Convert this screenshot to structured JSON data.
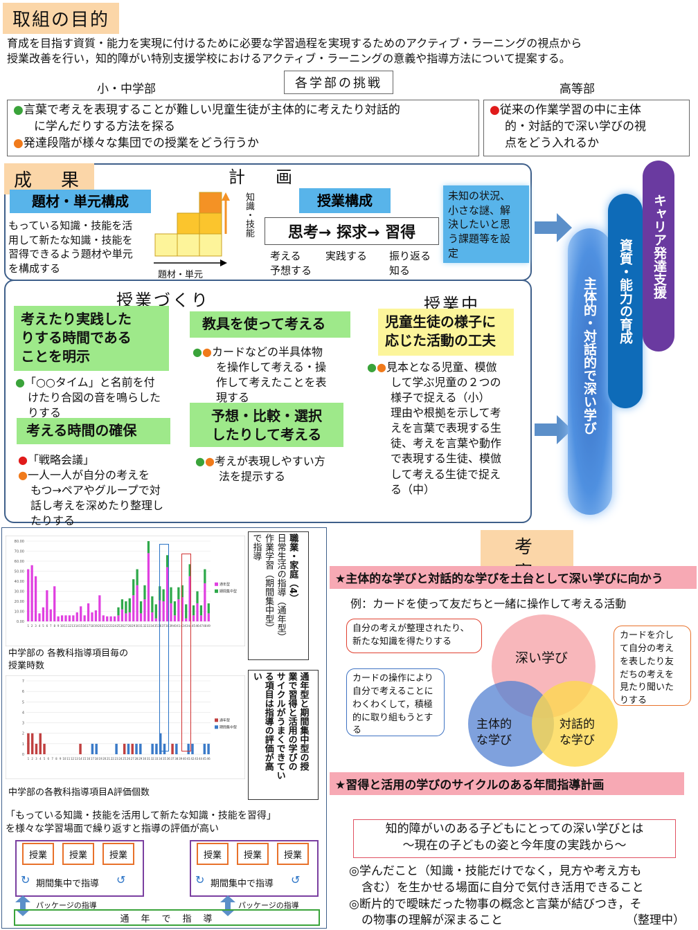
{
  "header": {
    "title": "取組の目的",
    "purpose_line1": "育成を目指す資質・能力を実現に付けるために必要な学習過程を実現するためのアクティブ・ラーニングの視点から",
    "purpose_line2": "授業改善を行い，知的障がい特別支援学校におけるアクティブ・ラーニングの意義や指導方法について提案する。"
  },
  "challenges": {
    "title": "各学部の挑戦",
    "elem_title": "小・中学部",
    "elem_item1a": "言葉で考えを表現することが難しい児童生徒が主体的に考えたり対話的",
    "elem_item1b": "に学んだりする方法を探る",
    "elem_item2": "発達段階が様々な集団での授業をどう行うか",
    "high_title": "高等部",
    "high_item1": "従来の作業学習の中に主体",
    "high_item2": "的・対話的で深い学びの視",
    "high_item3": "点をどう入れるか"
  },
  "results": {
    "title": "成　果",
    "plan_title": "計　画",
    "topic_label": "題材・単元構成",
    "topic_text1": "もっている知識・技能を活",
    "topic_text2": "用して新たな知識・技能を",
    "topic_text3": "習得できるよう題材や単元",
    "topic_text4": "を構成する",
    "y_axis": "知識・技能",
    "x_axis": "題材・単元",
    "lesson_label": "授業構成",
    "flow": "思考→ 探求→ 習得",
    "flow_a1": "考える",
    "flow_a2": "予想する",
    "flow_b": "実践する",
    "flow_c1": "振り返る",
    "flow_c2": "知る",
    "unknown1": "未知の状況、",
    "unknown2": "小さな謎、解",
    "unknown3": "決したいと思",
    "unknown4": "う課題等を設",
    "unknown5": "定"
  },
  "making": {
    "title": "授業づくり",
    "during_title": "授業中",
    "g1_1": "考えたり実践した",
    "g1_2": "りする時間である",
    "g1_3": "ことを明示",
    "g1_note1": "「○○タイム」と名前を付",
    "g1_note2": "けたり合図の音を鳴らした",
    "g1_note3": "りする",
    "g2": "考える時間の確保",
    "g2_note1": "「戦略会議」",
    "g2_note2": "一人一人が自分の考えを",
    "g2_note3": "もつ→ペアやグループで対",
    "g2_note4": "話し考えを深めたり整理し",
    "g2_note5": "たりする",
    "g3": "教具を使って考える",
    "g3_note1": "カードなどの半具体物",
    "g3_note2": "を操作して考える・操",
    "g3_note3": "作して考えたことを表",
    "g3_note4": "現する",
    "g4_1": "予想・比較・選択",
    "g4_2": "したりして考える",
    "g4_note1": "考えが表現しやすい方",
    "g4_note2": "法を提示する",
    "y1": "児童生徒の様子に",
    "y2": "応じた活動の工夫",
    "y_note1": "見本となる児童、模倣",
    "y_note2": "して学ぶ児童の２つの",
    "y_note3": "様子で捉える（小）",
    "y_note4": "理由や根拠を示して考",
    "y_note5": "えを言葉で表現する生",
    "y_note6": "徒、考えを言葉や動作",
    "y_note7": "で表現する生徒、模倣",
    "y_note8": "して考える生徒で捉え",
    "y_note9": "る（中）"
  },
  "pills": {
    "p1": "主体的・対話的で深い学び",
    "p2": "資質・能力の育成",
    "p3": "キャリア発達支援"
  },
  "charts": {
    "c1_caption1": "中学部の 各教科指導項目毎の",
    "c1_caption2": "授業時数",
    "c2_caption": "中学部の各教科指導項目A評価個数",
    "callout1_1": "職業・家庭（4）",
    "callout1_2": "日常生活の指導（通年型）",
    "callout1_3": "作業学習（期間集中型）",
    "callout1_4": "で指導",
    "callout2_1": "通年型と期間集中型の授",
    "callout2_2": "業で習得と活用の学びの",
    "callout2_3": "サイクルがうまくできてい",
    "callout2_4": "る項目は指導の評価が高",
    "callout2_5": "い",
    "legend_a": "通年型",
    "legend_b": "期間集中型",
    "summary1": "「もっている知識・技能を活用して新たな知識・技能を習得」",
    "summary2": "を様々な学習場面で繰り返すと指導の評価が高い",
    "lesson": "授業",
    "period": "期間集中で指導",
    "package": "パッケージの指導",
    "yearlong": "通　年　で　指　導"
  },
  "chart_data": [
    {
      "type": "bar",
      "title": "",
      "ylim": [
        0,
        80
      ],
      "categories": [
        "1",
        "2",
        "3",
        "4",
        "5",
        "6",
        "7",
        "8",
        "9",
        "10",
        "11",
        "12",
        "13",
        "14",
        "15",
        "16",
        "17",
        "18",
        "19",
        "20",
        "21",
        "22",
        "23",
        "24",
        "25",
        "26",
        "27",
        "28",
        "29",
        "30",
        "31",
        "32",
        "33",
        "34",
        "35",
        "36",
        "37",
        "38",
        "39",
        "40",
        "41",
        "42",
        "43",
        "44",
        "45",
        "46",
        "47",
        "48",
        "49"
      ],
      "series": [
        {
          "name": "通年型",
          "values": [
            52,
            56,
            45,
            8,
            14,
            31,
            12,
            35,
            5,
            6,
            6,
            6,
            6,
            9,
            15,
            6,
            18,
            9,
            11,
            26,
            6,
            5,
            5,
            5,
            6,
            12,
            8,
            9,
            26,
            36,
            8,
            22,
            68,
            9,
            3,
            21,
            20,
            54,
            18,
            6,
            22,
            24,
            3,
            45,
            6,
            18,
            6,
            38,
            8
          ]
        },
        {
          "name": "期間集中型",
          "values": [
            0,
            0,
            0,
            0,
            0,
            0,
            0,
            0,
            0,
            0,
            0,
            0,
            0,
            0,
            0,
            0,
            0,
            0,
            0,
            0,
            0,
            0,
            0,
            0,
            8,
            10,
            12,
            14,
            16,
            16,
            12,
            14,
            12,
            16,
            14,
            14,
            12,
            12,
            16,
            14,
            12,
            12,
            14,
            12,
            10,
            12,
            10,
            14,
            10
          ]
        }
      ]
    },
    {
      "type": "bar",
      "title": "",
      "ylim": [
        0,
        7
      ],
      "categories": [
        "1",
        "2",
        "3",
        "4",
        "5",
        "6",
        "7",
        "8",
        "9",
        "10",
        "11",
        "12",
        "13",
        "14",
        "15",
        "16",
        "17",
        "18",
        "19",
        "20",
        "21",
        "22",
        "23",
        "24",
        "25",
        "26",
        "27",
        "28",
        "29",
        "30",
        "31",
        "32",
        "33",
        "34",
        "35",
        "36",
        "37",
        "38",
        "39",
        "40",
        "41",
        "42",
        "43",
        "44",
        "45",
        "46"
      ],
      "series": [
        {
          "name": "通年型",
          "values": [
            2,
            2,
            1,
            2,
            1,
            0,
            0,
            0,
            0,
            0,
            0,
            0,
            0,
            1,
            0,
            0,
            0,
            0,
            0,
            0,
            0,
            0,
            0,
            0,
            1,
            0,
            1,
            0,
            0,
            0,
            0,
            0,
            0,
            1,
            0,
            0,
            1,
            0,
            0,
            0,
            0,
            0,
            0,
            0,
            0,
            0
          ]
        },
        {
          "name": "期間集中型",
          "values": [
            0,
            0,
            0,
            0,
            0,
            0,
            0,
            0,
            0,
            0,
            0,
            0,
            0,
            0,
            0,
            0,
            1,
            1,
            0,
            0,
            0,
            0,
            1,
            0,
            0,
            1,
            0,
            1,
            1,
            0,
            0,
            1,
            1,
            2,
            1,
            0,
            0,
            1,
            0,
            0,
            1,
            1,
            0,
            0,
            1,
            1
          ]
        }
      ]
    }
  ],
  "discussion": {
    "title": "考　察",
    "band1": "★主体的な学びと対話的な学びを土台として深い学びに向かう",
    "example": "例：カードを使って友だちと一緒に操作して考える活動",
    "deep": "深い学び",
    "self1": "主体的",
    "self2": "な学び",
    "dialog1": "対話的",
    "dialog2": "な学び",
    "co1_1": "自分の考えが整理されたり、",
    "co1_2": "新たな知識を得たりする",
    "co2_1": "カードの操作により",
    "co2_2": "自分で考えることに",
    "co2_3": "わくわくして，積極",
    "co2_4": "的に取り組もうとす",
    "co2_5": "る",
    "co3_1": "カードを介し",
    "co3_2": "て自分の考え",
    "co3_3": "を表したり友",
    "co3_4": "だちの考えを",
    "co3_5": "見たり聞いた",
    "co3_6": "りする",
    "band2": "★習得と活用の学びのサイクルのある年間指導計画",
    "deep_title1": "知的障がいのある子どもにとっての深い学びとは",
    "deep_title2": "～現在の子どもの姿と今年度の実践から～",
    "point1a": "◎学んだこと（知識・技能だけでなく，見方や考え方も",
    "point1b": "含む）を生かせる場面に自分で気付き活用できること",
    "point2a": "◎断片的で曖昧だった物事の概念と言葉が結びつき，そ",
    "point2b": "の物事の理解が深まること",
    "wip": "（整理中）"
  }
}
